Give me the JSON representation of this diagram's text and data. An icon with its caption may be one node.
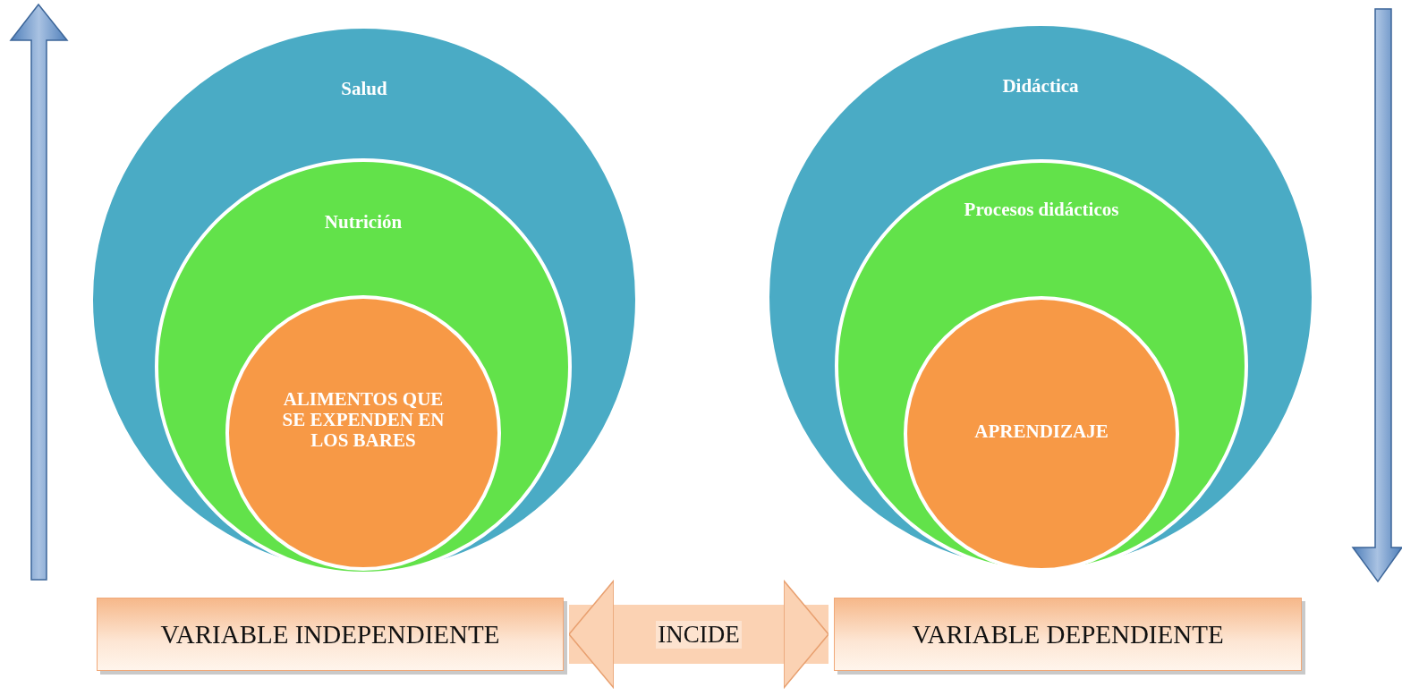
{
  "diagram": {
    "nodes": [
      {
        "text": [
          "Salud"
        ]
      },
      {
        "text": [
          "Nutrición"
        ],
        "in": 0
      },
      {
        "text": [
          "ALIMENTOS QUE SE EXPENDEN EN LOS BARES"
        ],
        "in": 1
      },
      {
        "text": [
          "Didáctica"
        ]
      },
      {
        "text": [
          "Procesos didácticos"
        ],
        "in": 3
      },
      {
        "text": [
          "APRENDIZAJE"
        ],
        "in": 4
      },
      {
        "text": [
          "VARIABLE INDEPENDIENTE"
        ]
      },
      {
        "text": [
          "VARIABLE DEPENDIENTE"
        ]
      }
    ],
    "edges": [
      {
        "from": 6,
        "to": 7,
        "arrow": "both",
        "label": "INCIDE"
      }
    ]
  }
}
